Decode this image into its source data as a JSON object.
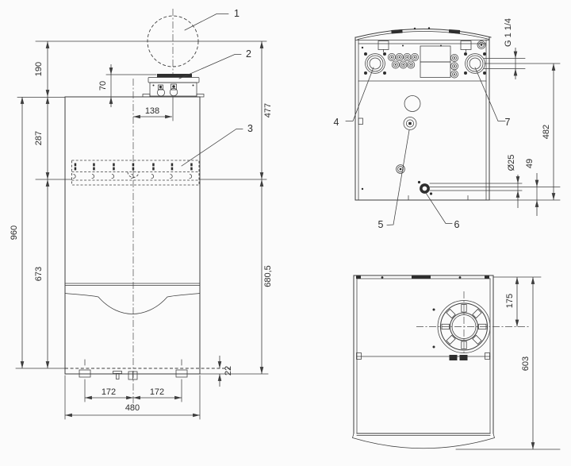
{
  "front": {
    "d190": "190",
    "d70": "70",
    "d138": "138",
    "d287": "287",
    "d960": "960",
    "d673": "673",
    "d477": "477",
    "d6805": "680,5",
    "d22": "22",
    "d172a": "172",
    "d172b": "172",
    "d480": "480",
    "c1": "1",
    "c2": "2",
    "c3": "3"
  },
  "top": {
    "dg": "G 1 1/4",
    "d482": "482",
    "d25": "Ø25",
    "d49": "49",
    "c4": "4",
    "c5": "5",
    "c6": "6",
    "c7": "7"
  },
  "plan": {
    "d175": "175",
    "d603": "603"
  },
  "colors": {
    "line": "#3d3d3d",
    "text": "#2d2d2d",
    "background": "#fbfbfb"
  }
}
